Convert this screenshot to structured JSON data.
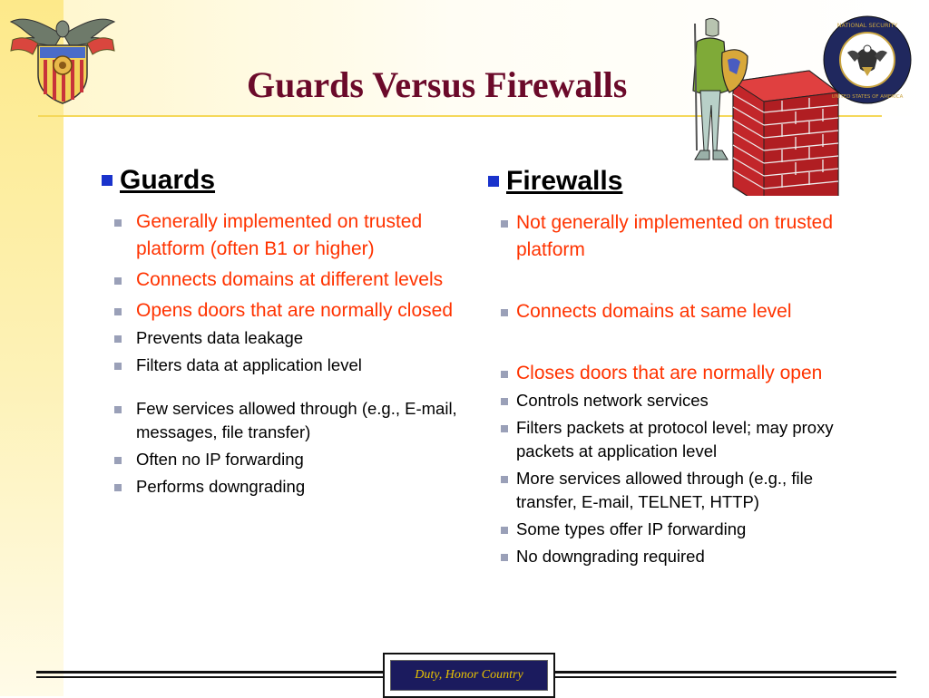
{
  "slide": {
    "title": "Guards Versus Firewalls",
    "footer_motto": "Duty, Honor Country"
  },
  "logos": {
    "left": "west-point-crest-logo",
    "right": "nsa-seal-logo",
    "right_seal_text": "NATIONAL SECURITY AGENCY UNITED STATES OF AMERICA",
    "illustration": "knight-guard-and-brick-wall-clipart"
  },
  "colors": {
    "title": "#6b0a2a",
    "red_text": "#ff3300",
    "bullet_blue": "#1a33cc",
    "rule_yellow": "#f5d85a"
  },
  "guards": {
    "heading": "Guards",
    "items": [
      {
        "text": "Generally implemented on trusted platform (often B1 or higher)",
        "style": "red"
      },
      {
        "text": "Connects domains at different levels",
        "style": "red"
      },
      {
        "text": "Opens doors that are normally closed",
        "style": "red"
      },
      {
        "text": "Prevents data leakage",
        "style": "black"
      },
      {
        "text": "Filters data at application level",
        "style": "black"
      },
      {
        "text": "Few services allowed through (e.g., E-mail, messages, file transfer)",
        "style": "black"
      },
      {
        "text": "Often no IP forwarding",
        "style": "black"
      },
      {
        "text": "Performs downgrading",
        "style": "black"
      }
    ]
  },
  "firewalls": {
    "heading": "Firewalls",
    "items": [
      {
        "text": "Not generally implemented on trusted platform",
        "style": "red"
      },
      {
        "text": "Connects domains at same level",
        "style": "red"
      },
      {
        "text": "Closes doors that are normally open",
        "style": "red"
      },
      {
        "text": "Controls network services",
        "style": "black"
      },
      {
        "text": "Filters packets at protocol level; may proxy packets at application level",
        "style": "black"
      },
      {
        "text": "More services allowed through (e.g., file transfer, E-mail, TELNET, HTTP)",
        "style": "black"
      },
      {
        "text": "Some types offer IP forwarding",
        "style": "black"
      },
      {
        "text": "No downgrading required",
        "style": "black"
      }
    ]
  }
}
